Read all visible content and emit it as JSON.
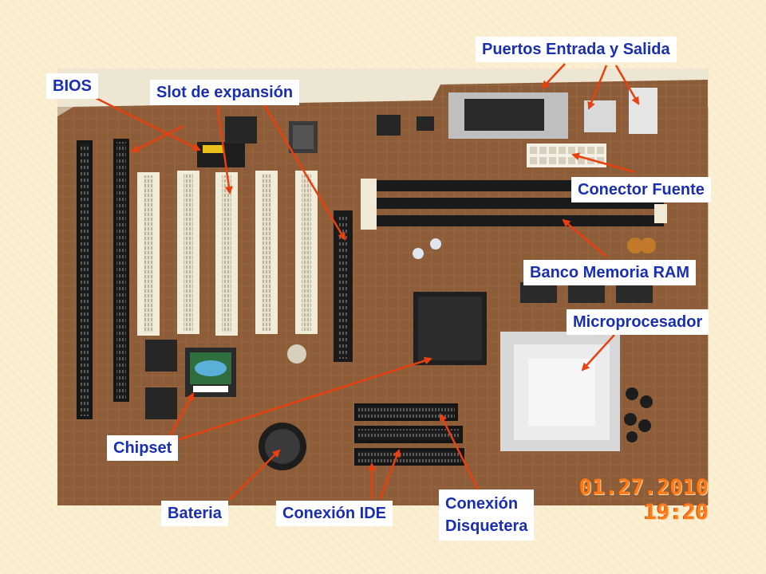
{
  "labels": {
    "bios": "BIOS",
    "slot": "Slot de expansión",
    "puertos": "Puertos Entrada y Salida",
    "conector": "Conector Fuente",
    "banco": "Banco Memoria RAM",
    "micro": "Microprocesador",
    "chipset": "Chipset",
    "bateria": "Bateria",
    "ide": "Conexión IDE",
    "disq_line1": "Conexión",
    "disq_line2": "Disquetera"
  },
  "timestamp": "01.27.2010 19:20",
  "colors": {
    "label_text": "#1a2fb0",
    "arrow": "#e8400f",
    "board": "#8a5a36",
    "timestamp": "#ff7a1a"
  }
}
